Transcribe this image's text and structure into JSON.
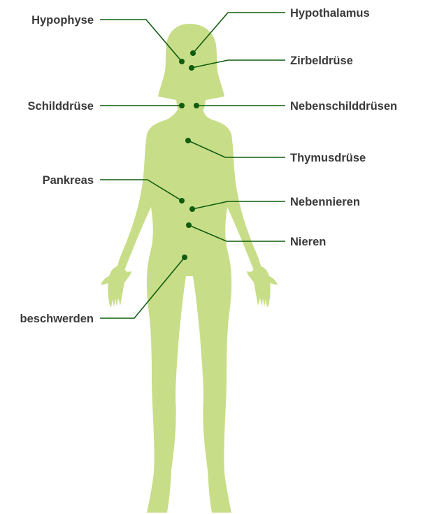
{
  "colors": {
    "body": "#c8dd88",
    "line": "#0f5c0f",
    "label": "#3a3a3a",
    "background": "#ffffff"
  },
  "labels": {
    "hypophyse": "Hypophyse",
    "hypothalamus": "Hypothalamus",
    "zirbeldruese": "Zirbeldrüse",
    "schilddruese": "Schilddrüse",
    "nebenschilddruesen": "Nebenschilddrüsen",
    "thymusdruese": "Thymusdrüse",
    "pankreas": "Pankreas",
    "nebennieren": "Nebennieren",
    "nieren": "Nieren",
    "beschwerden": "beschwerden"
  }
}
